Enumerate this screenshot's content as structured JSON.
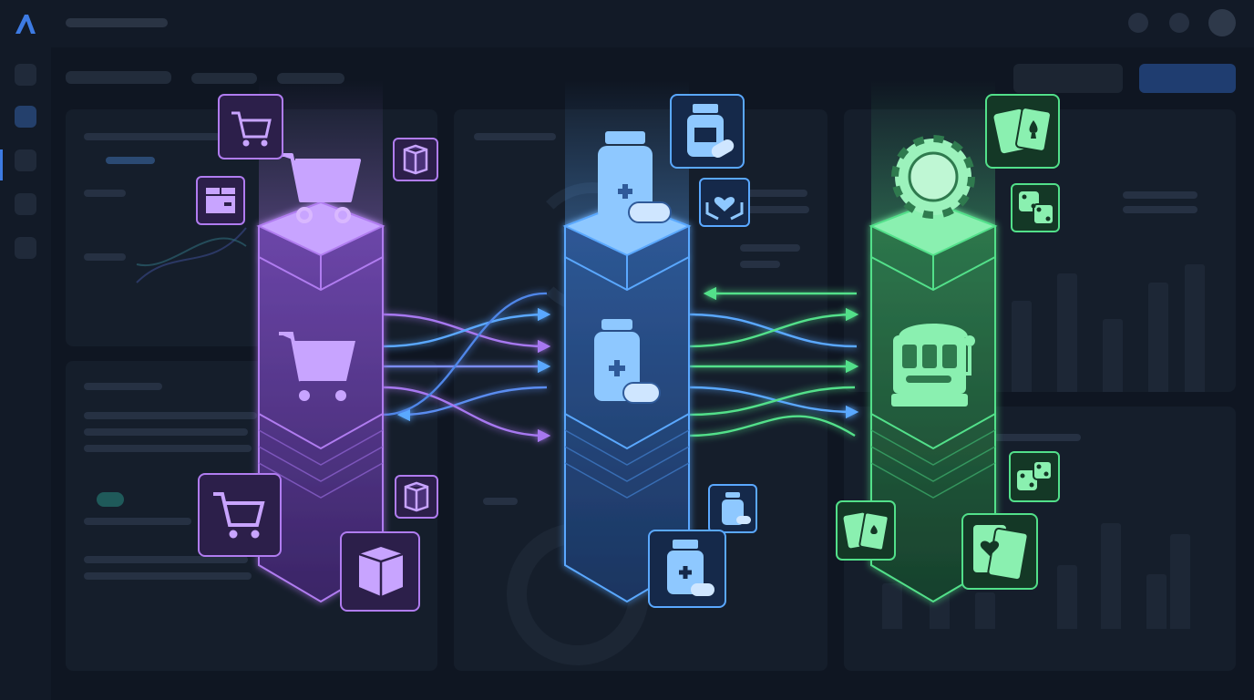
{
  "app": {
    "name": "A"
  },
  "colors": {
    "bg": "#0f1622",
    "panel": "#151e2b",
    "primary_button": "#1f3d70",
    "retail": "#b07cf0",
    "retail_fill": "#6a45a6",
    "pharmacy": "#5aa8ff",
    "pharmacy_fill": "#2f5a99",
    "gaming": "#52e08a",
    "gaming_fill": "#2f7a4e"
  },
  "topbar": {
    "icons": [
      "help-icon",
      "bell-icon",
      "user-avatar"
    ]
  },
  "sidebar": {
    "items": [
      {
        "icon": "home-icon",
        "active": false
      },
      {
        "icon": "analytics-icon",
        "active": true
      },
      {
        "icon": "layout-icon",
        "active": false
      },
      {
        "icon": "users-icon",
        "active": false
      },
      {
        "icon": "puzzle-icon",
        "active": false
      }
    ]
  },
  "pillars": [
    {
      "id": "retail",
      "icon": "shopping-cart-icon",
      "top_icon": "shopping-cart-icon",
      "side_icons": [
        "shopping-cart-icon",
        "package-icon",
        "package-icon",
        "package-icon",
        "shopping-cart-icon",
        "package-icon"
      ]
    },
    {
      "id": "pharmacy",
      "icon": "medicine-bottle-icon",
      "top_icon": "medicine-bottle-icon",
      "side_icons": [
        "medicine-bottle-icon",
        "care-hands-icon",
        "medicine-bottle-icon",
        "medicine-bottle-icon"
      ]
    },
    {
      "id": "gaming",
      "icon": "slot-machine-icon",
      "top_icon": "casino-chip-icon",
      "side_icons": [
        "playing-cards-icon",
        "dice-icon",
        "dice-icon",
        "playing-cards-icon",
        "heart-card-icon"
      ]
    }
  ],
  "connections": [
    {
      "from": "retail",
      "to": "pharmacy",
      "direction": "forward"
    },
    {
      "from": "retail",
      "to": "pharmacy",
      "direction": "forward"
    },
    {
      "from": "pharmacy",
      "to": "retail",
      "direction": "backward"
    },
    {
      "from": "retail",
      "to": "pharmacy",
      "direction": "forward"
    },
    {
      "from": "pharmacy",
      "to": "gaming",
      "direction": "forward"
    },
    {
      "from": "gaming",
      "to": "pharmacy",
      "direction": "backward"
    },
    {
      "from": "pharmacy",
      "to": "gaming",
      "direction": "forward"
    },
    {
      "from": "pharmacy",
      "to": "gaming",
      "direction": "forward"
    }
  ]
}
